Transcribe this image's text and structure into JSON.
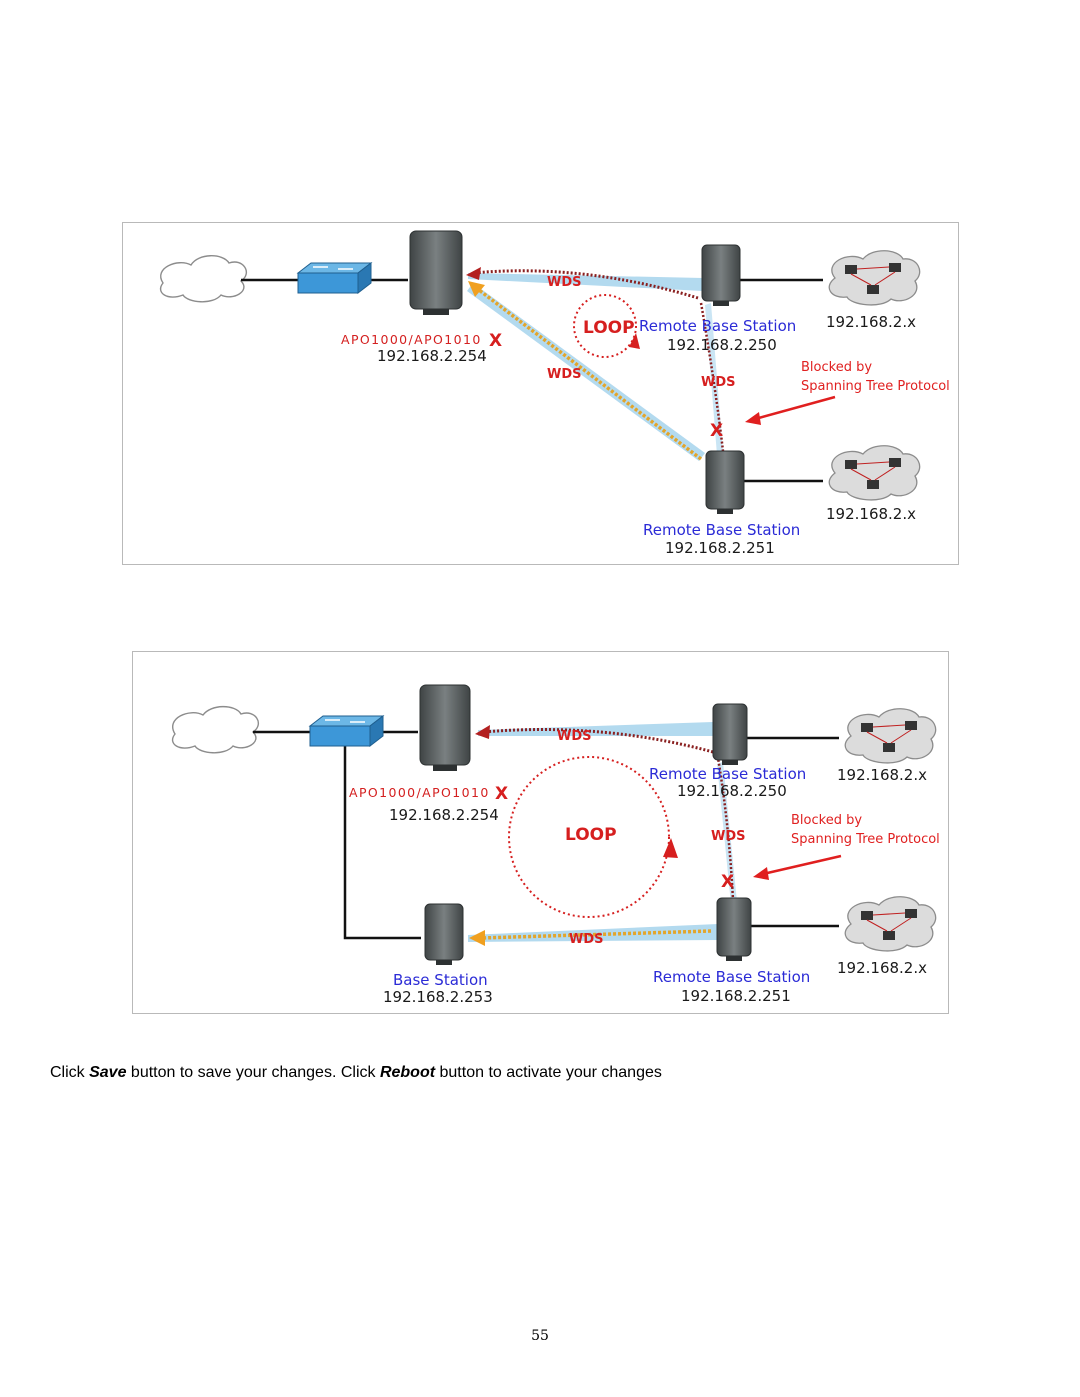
{
  "colors": {
    "accent_red": "#d61f1f",
    "label_blue": "#2b2bd6",
    "wds_beam": "#a6d4ec",
    "wds_arrow_dark": "#8a2020",
    "wds_arrow_gold": "#e2a52c",
    "switch_blue": "#3d97d8",
    "device_gray": "#5f6566"
  },
  "figure1": {
    "ap_label": "APO1000/APO1010",
    "ap_ip": "192.168.2.254",
    "x_mark": "X",
    "loop_label": "LOOP",
    "wds_top": "WDS",
    "wds_mid": "WDS",
    "wds_right": "WDS",
    "remote1_label": "Remote Base Station",
    "remote1_ip": "192.168.2.250",
    "remote2_label": "Remote Base Station",
    "remote2_ip": "192.168.2.251",
    "lan1_ip": "192.168.2.x",
    "lan2_ip": "192.168.2.x",
    "blocked_line1": "Blocked by",
    "blocked_line2": "Spanning Tree Protocol"
  },
  "figure2": {
    "ap_label": "APO1000/APO1010",
    "ap_ip": "192.168.2.254",
    "x_mark": "X",
    "loop_label": "LOOP",
    "wds_top": "WDS",
    "wds_right": "WDS",
    "wds_bottom": "WDS",
    "remote1_label": "Remote Base Station",
    "remote1_ip": "192.168.2.250",
    "remote2_label": "Remote Base Station",
    "remote2_ip": "192.168.2.251",
    "base_label": "Base Station",
    "base_ip": "192.168.2.253",
    "lan1_ip": "192.168.2.x",
    "lan2_ip": "192.168.2.x",
    "blocked_line1": "Blocked by",
    "blocked_line2": "Spanning Tree Protocol"
  },
  "instruction": {
    "part1": "Click ",
    "save": "Save",
    "part2": " button to save your changes. Click ",
    "reboot": "Reboot",
    "part3": " button to activate your changes"
  },
  "page_number": "55"
}
